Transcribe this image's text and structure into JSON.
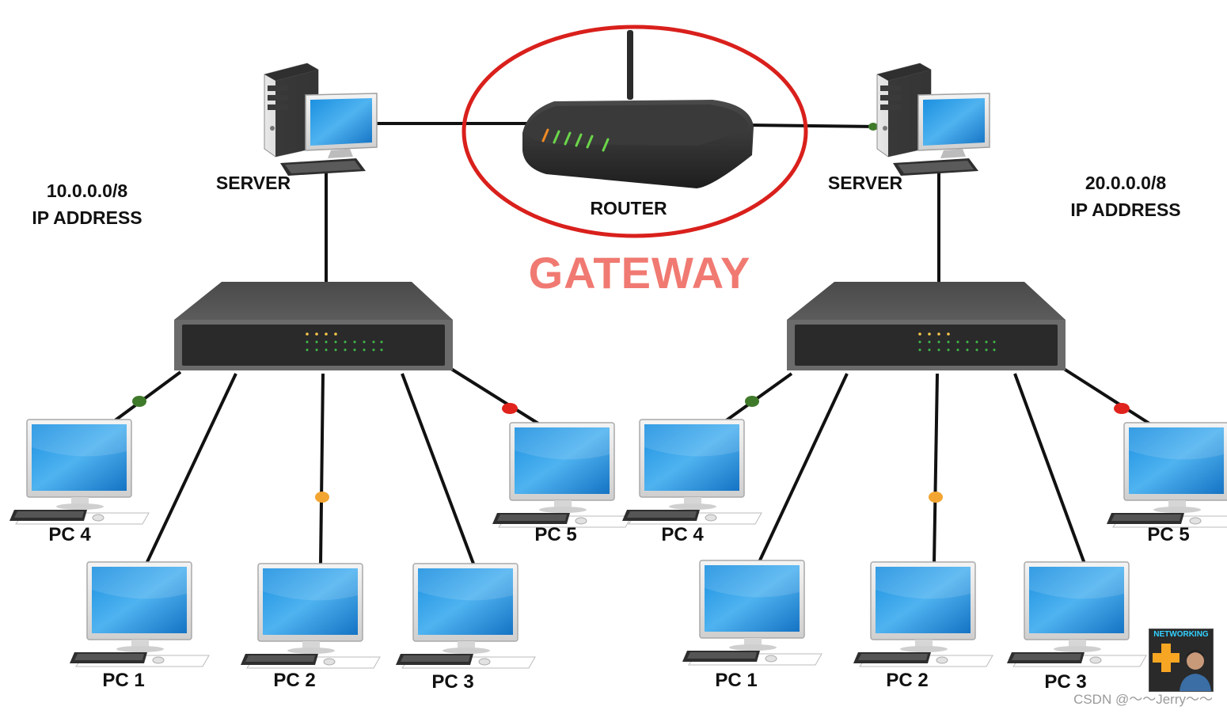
{
  "left_network": {
    "ip_address_line1": "10.0.0.0/8",
    "ip_address_line2": "IP ADDRESS",
    "server_label": "SERVER",
    "pcs": [
      "PC 4",
      "PC 1",
      "PC 2",
      "PC 3",
      "PC 5"
    ]
  },
  "right_network": {
    "ip_address_line1": "20.0.0.0/8",
    "ip_address_line2": "IP ADDRESS",
    "server_label": "SERVER",
    "pcs": [
      "PC 4",
      "PC 1",
      "PC 2",
      "PC 3",
      "PC 5"
    ]
  },
  "router": {
    "label": "ROUTER",
    "highlight": "GATEWAY",
    "highlight_color": "#f07a72",
    "ring_color": "#d9201c"
  },
  "link_dot_colors": {
    "green": "#3f7a2a",
    "orange": "#f3a531",
    "red": "#e0231c"
  },
  "branding": {
    "logo_text": "NETWORKING",
    "watermark": "CSDN @～～Jerry～～"
  }
}
